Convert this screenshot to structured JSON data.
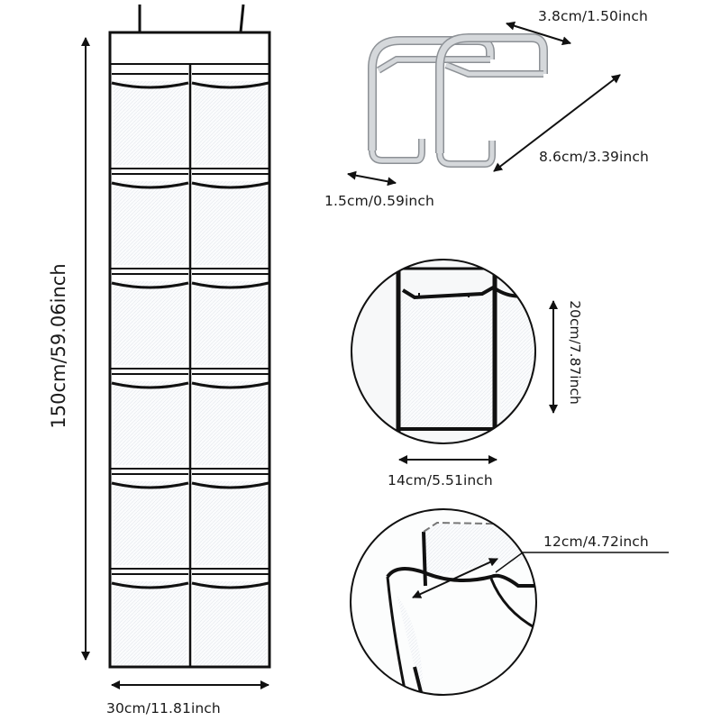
{
  "product": {
    "pocket_rows": 6,
    "pocket_columns": 2
  },
  "dimensions": {
    "height": "150cm/59.06inch",
    "width": "30cm/11.81inch",
    "hook_width": "3.8cm/1.50inch",
    "hook_length": "8.6cm/3.39inch",
    "hook_gap": "1.5cm/0.59inch",
    "pocket_height": "20cm/7.87inch",
    "pocket_width": "14cm/5.51inch",
    "pocket_depth": "12cm/4.72inch"
  },
  "colors": {
    "fabric": "#ffffff",
    "binding": "#111111",
    "hook": "#c9cccf",
    "hook_edge": "#8d9196",
    "mesh": "#eef1f4"
  }
}
